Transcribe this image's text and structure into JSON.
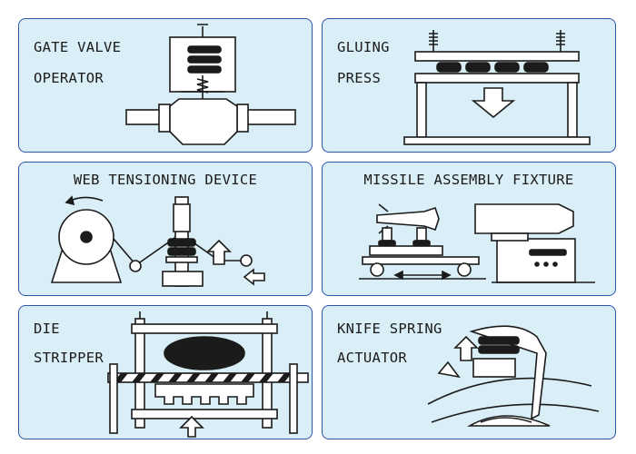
{
  "panels": [
    {
      "id": "gate-valve-operator",
      "line1": "GATE VALVE",
      "line2": "OPERATOR"
    },
    {
      "id": "gluing-press",
      "line1": "GLUING",
      "line2": "PRESS"
    },
    {
      "id": "web-tensioning-device",
      "title": "WEB TENSIONING DEVICE"
    },
    {
      "id": "missile-assembly-fixture",
      "title": "MISSILE ASSEMBLY FIXTURE"
    },
    {
      "id": "die-stripper",
      "line1": "DIE",
      "line2": "STRIPPER"
    },
    {
      "id": "knife-spring-actuator",
      "line1": "KNIFE SPRING",
      "line2": "ACTUATOR"
    }
  ],
  "colors": {
    "panel_background": "#d9eef6",
    "panel_border": "#2f52a8",
    "ink": "#1b1b1b",
    "machine_fill": "#ffffff"
  }
}
